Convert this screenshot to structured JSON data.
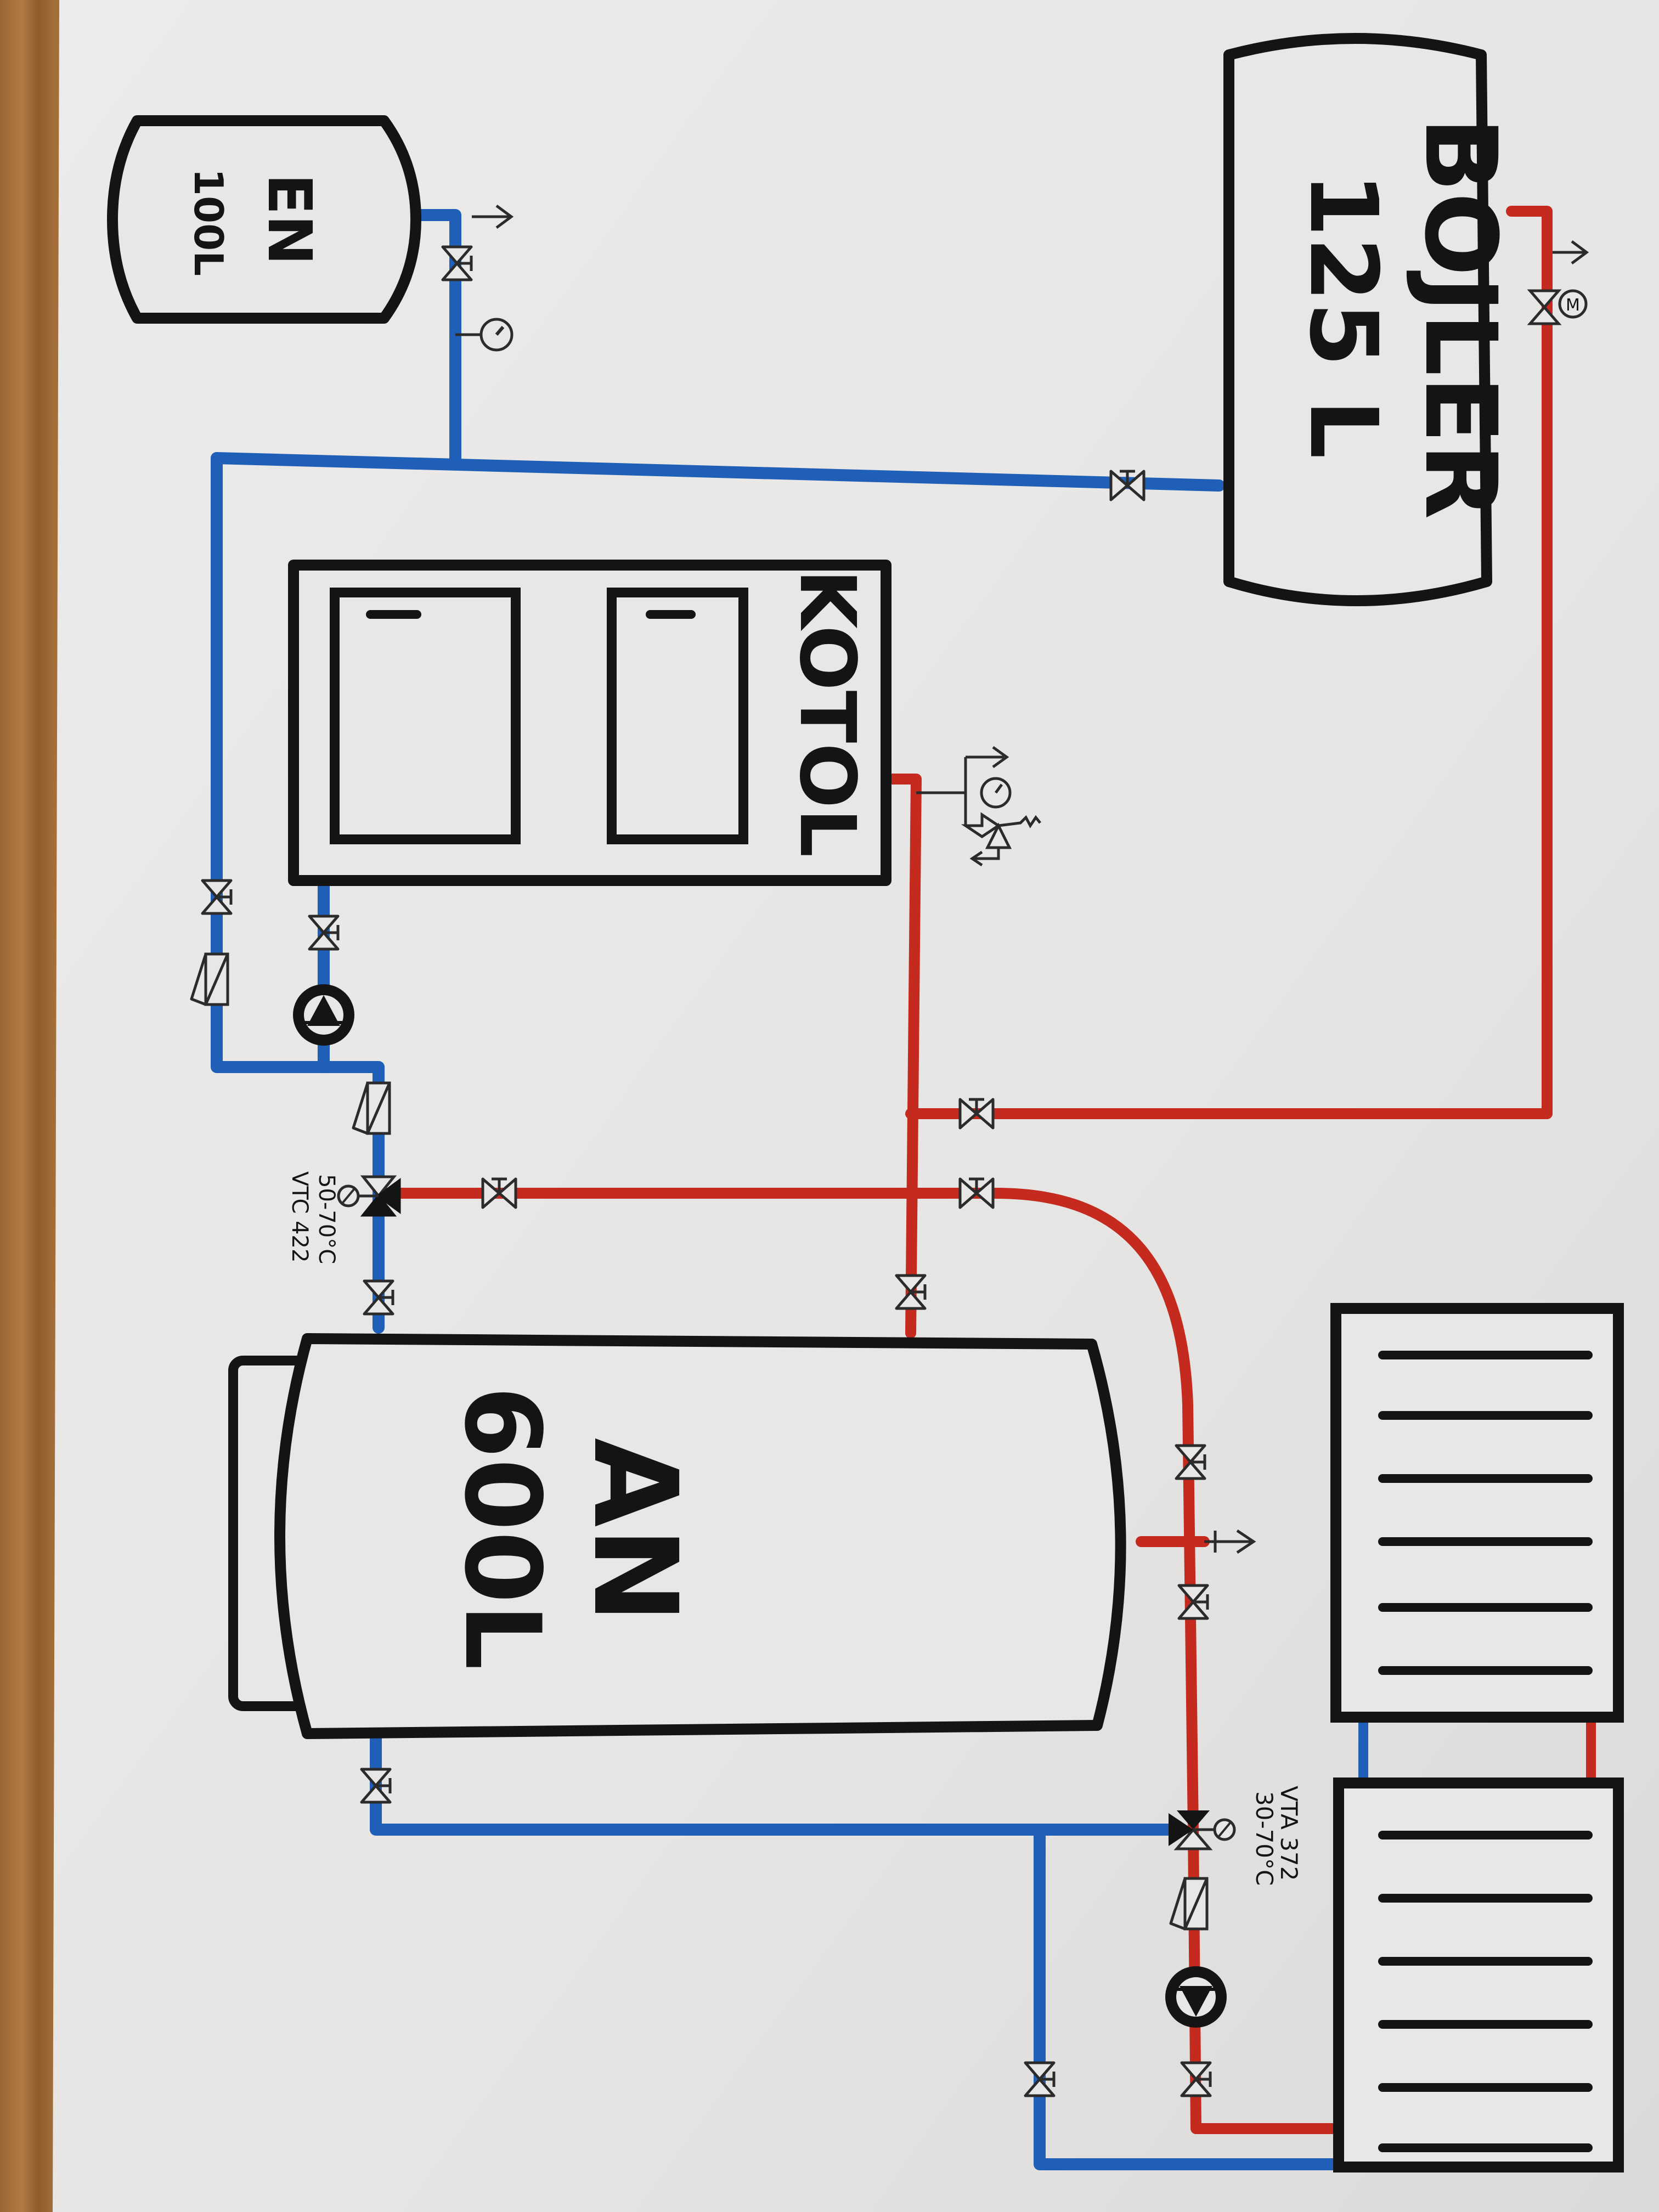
{
  "diagram": {
    "type": "hand-drawn hydraulic heating schematic",
    "colors": {
      "hot_pipe": "#c42a1e",
      "cold_pipe": "#1f5fb8",
      "ink": "#141414",
      "paper": "#e9e8e6"
    },
    "components": {
      "expansion_tank": {
        "name": "EN",
        "volume": "100L"
      },
      "boiler_tank": {
        "name": "BOJLER",
        "volume": "125 L"
      },
      "boiler": {
        "name": "KOTOL"
      },
      "accumulation_tank": {
        "name": "AN",
        "volume": "600L"
      },
      "mixing_valve_boiler": {
        "model": "VTC 422",
        "range": "50-70°C"
      },
      "mixing_valve_heating": {
        "model": "VTA 372",
        "range": "30-70°C"
      },
      "radiators": {
        "count": 2,
        "fins_each": 6
      }
    },
    "symbols": [
      "ball-valve",
      "check-valve",
      "circulation-pump",
      "three-way-thermostatic-valve",
      "pressure-gauge",
      "air-vent",
      "safety-valve",
      "motorized-valve"
    ]
  }
}
